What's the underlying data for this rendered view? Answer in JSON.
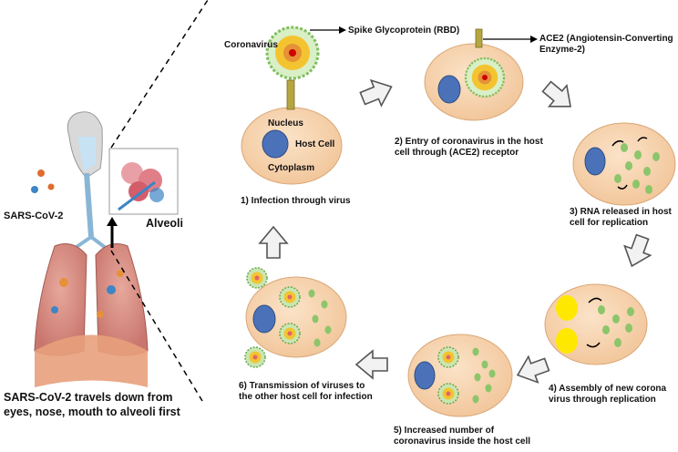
{
  "diagram": {
    "left_panel": {
      "virus_label": "SARS-CoV-2",
      "alveoli_label": "Alveoli",
      "caption": "SARS-CoV-2 travels down from eyes, nose, mouth to alveoli first"
    },
    "labels": {
      "coronavirus": "Coronavirus",
      "spike": "Spike Glycoprotein (RBD)",
      "ace2": "ACE2 (Angiotensin-Converting Enzyme-2)",
      "nucleus": "Nucleus",
      "host_cell": "Host Cell",
      "cytoplasm": "Cytoplasm"
    },
    "steps": [
      "1) Infection through virus",
      "2) Entry of coronavirus in the host cell through (ACE2) receptor",
      "3) RNA released in host cell for replication",
      "4) Assembly of new corona virus through replication",
      "5) Increased number of coronavirus inside the host cell",
      "6) Transmission of viruses to the other host cell for infection"
    ],
    "colors": {
      "cell": "#f6cfa8",
      "nucleus": "#4b72b8",
      "rna_dot": "#8cc56a",
      "assembled": "#ffe800",
      "virus_core": "#f4c430",
      "arrow_fill": "#f2f2f2",
      "lung": "#d98d84"
    }
  }
}
